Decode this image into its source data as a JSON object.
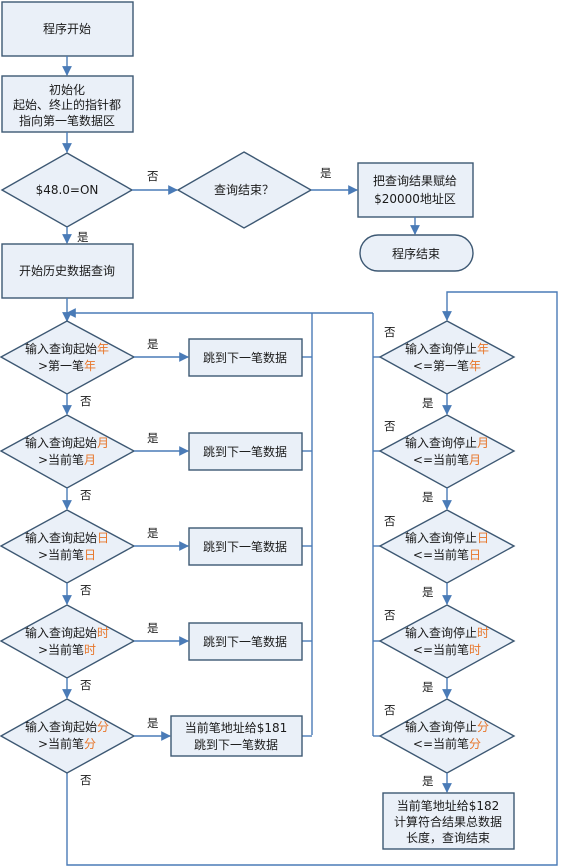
{
  "start": "程序开始",
  "init": [
    "初始化",
    "起始、终止的指针都",
    "指向第一笔数据区"
  ],
  "cond48": "$48.0=ON",
  "queryEnd": "查询结束？",
  "assign": [
    "把查询结果赋给",
    "$20000地址区"
  ],
  "programEnd": "程序结束",
  "startQuery": "开始历史数据查询",
  "yes": "是",
  "no": "否",
  "skip": "跳到下一笔数据",
  "lastBox": [
    "当前笔地址给$181",
    "跳到下一笔数据"
  ],
  "finalBox": [
    "当前笔地址给$182",
    "计算符合结果总数据",
    "长度，查询结束"
  ],
  "leftDiamonds": [
    {
      "l1": "输入查询起始",
      "h1": "年",
      "l2": ">第一笔",
      "h2": "年"
    },
    {
      "l1": "输入查询起始",
      "h1": "月",
      "l2": ">当前笔",
      "h2": "月"
    },
    {
      "l1": "输入查询起始",
      "h1": "日",
      "l2": ">当前笔",
      "h2": "日"
    },
    {
      "l1": "输入查询起始",
      "h1": "时",
      "l2": ">当前笔",
      "h2": "时"
    },
    {
      "l1": "输入查询起始",
      "h1": "分",
      "l2": ">当前笔",
      "h2": "分"
    }
  ],
  "rightDiamonds": [
    {
      "l1": "输入查询停止",
      "h1": "年",
      "l2": "<=第一笔",
      "h2": "年"
    },
    {
      "l1": "输入查询停止",
      "h1": "月",
      "l2": "<=当前笔",
      "h2": "月"
    },
    {
      "l1": "输入查询停止",
      "h1": "日",
      "l2": "<=当前笔",
      "h2": "日"
    },
    {
      "l1": "输入查询停止",
      "h1": "时",
      "l2": "<=当前笔",
      "h2": "时"
    },
    {
      "l1": "输入查询停止",
      "h1": "分",
      "l2": "<=当前笔",
      "h2": "分"
    }
  ]
}
